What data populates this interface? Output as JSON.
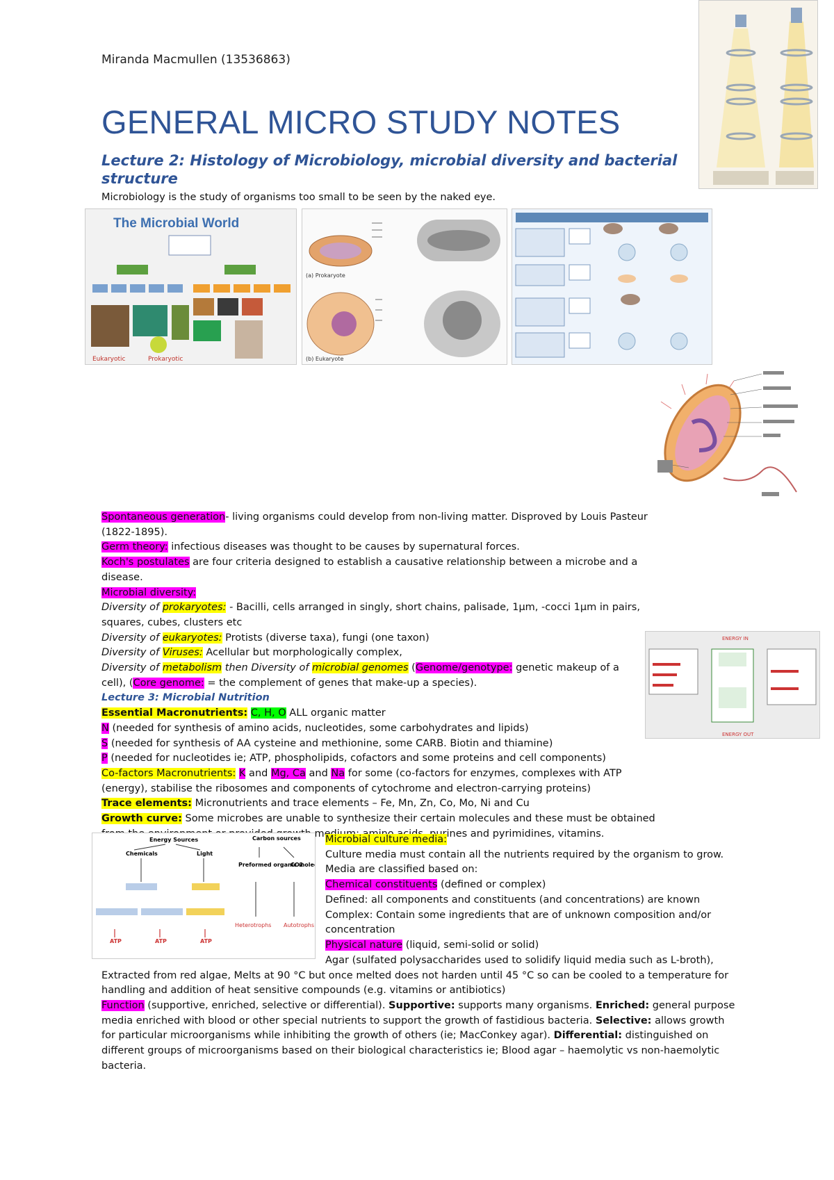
{
  "header": {
    "author": "Miranda Macmullen (13536863)",
    "title": "GENERAL MICRO STUDY NOTES",
    "lecture2": "Lecture 2: Histology of Microbiology, microbial diversity and bacterial structure",
    "intro": "Microbiology is the study of organisms too small to be seen by the naked eye."
  },
  "figures": {
    "microbial_world_title": "The Microbial World",
    "microbial_world_labels": [
      "Eukaryotic",
      "Prokaryotic"
    ],
    "cells_labels": [
      "(a) Prokaryote",
      "(b) Eukaryote"
    ]
  },
  "lecture2_notes": {
    "spont_term": "Spontaneous generation",
    "spont_text": "- living organisms could develop from non-living matter. Disproved by Louis Pasteur (1822-1895).",
    "germ_term": "Germ theory:",
    "germ_text": " infectious diseases was thought to be causes by supernatural forces.",
    "koch_term": "Koch's postulates",
    "koch_text": " are four criteria designed to establish a causative relationship between a microbe and a disease.",
    "diversity_term": "Microbial diversity:",
    "prok_pre": "Diversity of ",
    "prok_term": "prokaryotes:",
    "prok_text": " - Bacilli, cells arranged in singly, short chains, palisade, 1µm, -cocci 1µm in pairs, squares, cubes, clusters etc",
    "euk_pre": "Diversity of ",
    "euk_term": "eukaryotes:",
    "euk_text": " Protists (diverse taxa), fungi (one taxon)",
    "vir_pre": "Diversity of ",
    "vir_term": "Viruses:",
    "vir_text": " Acellular but morphologically complex,",
    "met_pre": "Diversity of ",
    "met_term": "metabolism",
    "met_mid": " then Diversity of ",
    "gen_term": "microbial genomes",
    "gen_open": " (",
    "genotype_term": "Genome/genotype:",
    "genotype_text": " genetic makeup of a cell), (",
    "core_term": "Core genome:",
    "core_text": " = the complement of genes that make-up a species)."
  },
  "lecture3": {
    "heading": "Lecture 3: Microbial Nutrition",
    "ess_term": "Essential Macronutrients:",
    "cho": "C, H, O",
    "ess_text": " ALL organic matter",
    "n_term": "N",
    "n_text": " (needed for synthesis of amino acids, nucleotides, some carbohydrates and lipids)",
    "s_term": "S",
    "s_text": " (needed for synthesis of AA cysteine and methionine, some CARB. Biotin and thiamine)",
    "p_term": "P",
    "p_text": " (needed for nucleotides ie; ATP, phospholipids, cofactors and some proteins and cell components)",
    "cof_term": "Co-factors Macronutrients:",
    "k": "K",
    "and1": " and ",
    "mgca": "Mg, Ca",
    "and2": " and ",
    "na": "Na",
    "cof_text": " for some (co-factors for enzymes, complexes with ATP (energy), stabilise the ribosomes and components of cytochrome and electron-carrying proteins)",
    "trace_term": "Trace elements:",
    "trace_text": " Micronutrients and trace elements – Fe, Mn, Zn, Co, Mo, Ni and Cu",
    "growth_term": "Growth curve:",
    "growth_text": " Some microbes are unable to synthesize their certain molecules and these must be obtained from the environment or provided growth medium; amino acids, purines and pyrimidines, vitamins."
  },
  "culture_media": {
    "heading": "Microbial culture media:",
    "line1": "Culture media must contain all the nutrients required by the organism to grow. Media are classified based on:",
    "chem_term": "Chemical constituents",
    "chem_text": " (defined or complex)",
    "defined": "Defined: all components and constituents (and concentrations) are known",
    "complex": "Complex: Contain some ingredients that are of unknown composition and/or concentration",
    "phys_term": "Physical nature",
    "phys_text": " (liquid, semi-solid or solid)",
    "agar": "Agar (sulfated polysaccharides used to solidify liquid media such as L-broth), Extracted from red algae, Melts at 90 °C but once melted does not harden until 45 °C so can be cooled to a temperature for handling and addition of heat sensitive compounds (e.g. vitamins or antibiotics)",
    "func_term": "Function",
    "func_text1": " (supportive, enriched, selective or differential). ",
    "supp_term": "Supportive:",
    "supp_text": " supports many organisms. ",
    "enr_term": "Enriched:",
    "enr_text": " general purpose media enriched with blood or other special nutrients to support the growth of fastidious bacteria. ",
    "sel_term": "Selective:",
    "sel_text": " allows growth for particular microorganisms while inhibiting the growth of others (ie; MacConkey agar). ",
    "diff_term": "Differential:",
    "diff_text": " distinguished on different groups of microorganisms based on their biological characteristics ie; Blood agar – haemolytic vs non-haemolytic bacteria."
  },
  "diagram2": {
    "energy_sources": "Energy Sources",
    "chemicals": "Chemicals",
    "light": "Light",
    "carbon_sources": "Carbon sources",
    "preformed": "Preformed organic molecules",
    "co2": "CO2",
    "heterotrophs": "Heterotrophs",
    "autotrophs": "Autotrophs",
    "atp": "ATP"
  },
  "colors": {
    "heading_blue": "#2F5496",
    "magenta": "#FF00FF",
    "yellow": "#FFFF00",
    "green": "#00FF00"
  }
}
